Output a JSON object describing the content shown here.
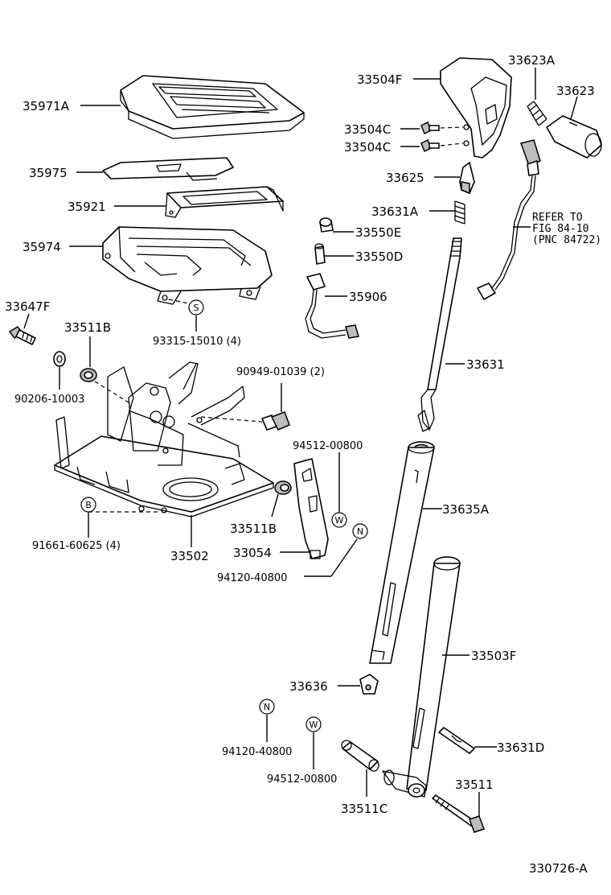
{
  "labels": {
    "p35971A": "35971A",
    "p35975": "35975",
    "p35921": "35921",
    "p35974": "35974",
    "p93315": "93315-15010 (4)",
    "p33647F": "33647F",
    "p33511B_a": "33511B",
    "p90206": "90206-10003",
    "p90949": "90949-01039 (2)",
    "p94512_a": "94512-00800",
    "p33511B_b": "33511B",
    "p33054": "33054",
    "p94120_a": "94120-40800",
    "p91661": "91661-60625 (4)",
    "p33502": "33502",
    "p33504F": "33504F",
    "p33623A": "33623A",
    "p33623": "33623",
    "p33504C_a": "33504C",
    "p33504C_b": "33504C",
    "p33625": "33625",
    "p33631A": "33631A",
    "p33550E": "33550E",
    "p33550D": "33550D",
    "p35906": "35906",
    "refer1": "REFER TO",
    "refer2": "FIG 84-10",
    "refer3": "(PNC 84722)",
    "p33631": "33631",
    "p33635A": "33635A",
    "p33503F": "33503F",
    "p33636": "33636",
    "p94120_b": "94120-40800",
    "p94512_b": "94512-00800",
    "p33631D": "33631D",
    "p33511": "33511",
    "p33511C": "33511C",
    "figno": "330726-A"
  },
  "callouts": {
    "S": "S",
    "B": "B",
    "W": "W",
    "N": "N"
  }
}
